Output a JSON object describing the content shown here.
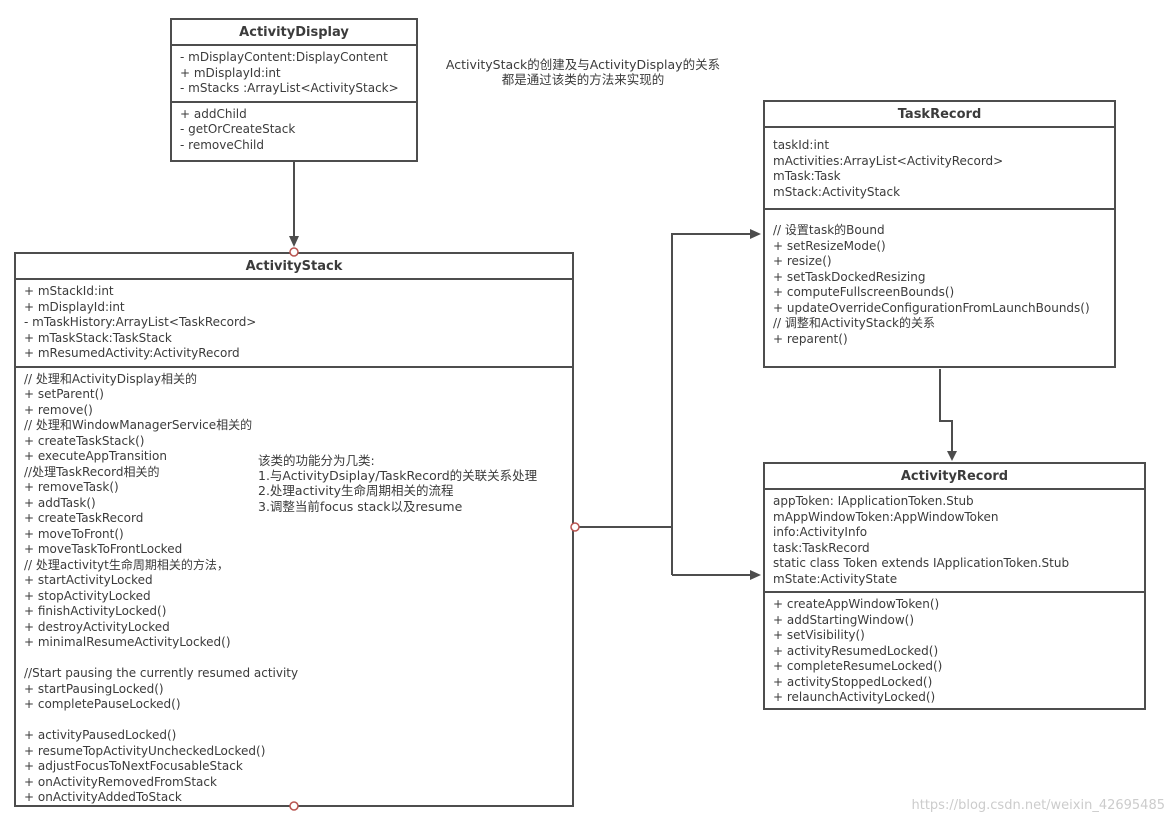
{
  "classes": {
    "activity_display": {
      "title": "ActivityDisplay",
      "fields": [
        "- mDisplayContent:DisplayContent",
        "+ mDisplayId:int",
        "- mStacks :ArrayList<ActivityStack>"
      ],
      "methods": [
        "+ addChild",
        "- getOrCreateStack",
        "- removeChild"
      ]
    },
    "task_record": {
      "title": "TaskRecord",
      "fields": [
        "taskId:int",
        "mActivities:ArrayList<ActivityRecord>",
        "mTask:Task",
        "mStack:ActivityStack"
      ],
      "methods": [
        "// 设置task的Bound",
        "+ setResizeMode()",
        "+ resize()",
        "+ setTaskDockedResizing",
        "+ computeFullscreenBounds()",
        "+ updateOverrideConfigurationFromLaunchBounds()",
        "// 调整和ActivityStack的关系",
        "+ reparent()"
      ]
    },
    "activity_stack": {
      "title": "ActivityStack",
      "fields": [
        "+ mStackId:int",
        "+ mDisplayId:int",
        "- mTaskHistory:ArrayList<TaskRecord>",
        "+ mTaskStack:TaskStack",
        "+ mResumedActivity:ActivityRecord"
      ],
      "methods": [
        "// 处理和ActivityDisplay相关的",
        "+ setParent()",
        "+ remove()",
        "// 处理和WindowManagerService相关的",
        "+ createTaskStack()",
        "+ executeAppTransition",
        "//处理TaskRecord相关的",
        "+ removeTask()",
        "+ addTask()",
        "+ createTaskRecord",
        "+ moveToFront()",
        "+ moveTaskToFrontLocked",
        "// 处理activityt生命周期相关的方法，",
        "+ startActivityLocked",
        "+ stopActivityLocked",
        "+ finishActivityLocked()",
        "+ destroyActivityLocked",
        "+ minimalResumeActivityLocked()",
        "",
        "//Start pausing the currently resumed activity",
        "+ startPausingLocked()",
        "+ completePauseLocked()",
        "",
        "+ activityPausedLocked()",
        "+ resumeTopActivityUncheckedLocked()",
        "+ adjustFocusToNextFocusableStack",
        "+ onActivityRemovedFromStack",
        "+ onActivityAddedToStack"
      ]
    },
    "activity_record": {
      "title": "ActivityRecord",
      "fields": [
        "appToken: IApplicationToken.Stub",
        "mAppWindowToken:AppWindowToken",
        "info:ActivityInfo",
        "task:TaskRecord",
        "static class Token extends IApplicationToken.Stub",
        "mState:ActivityState"
      ],
      "methods": [
        "+ createAppWindowToken()",
        "+ addStartingWindow()",
        "+ setVisibility()",
        "+ activityResumedLocked()",
        "+ completeResumeLocked()",
        "+ activityStoppedLocked()",
        "+ relaunchActivityLocked()"
      ]
    }
  },
  "notes": {
    "display_note": {
      "lines": [
        "ActivityStack的创建及与ActivityDisplay的关系",
        "都是通过该类的方法来实现的"
      ]
    },
    "stack_note": {
      "lines": [
        "该类的功能分为几类:",
        "1.与ActivityDsiplay/TaskRecord的关联关系处理",
        "2.处理activity生命周期相关的流程",
        "3.调整当前focus stack以及resume"
      ]
    }
  },
  "watermark": "https://blog.csdn.net/weixin_42695485",
  "colors": {
    "border": "#4d4d4d",
    "text": "#3b3b3b",
    "connector": "#4d4d4d",
    "endpoint": "#b85450",
    "watermark": "#cccccc"
  }
}
